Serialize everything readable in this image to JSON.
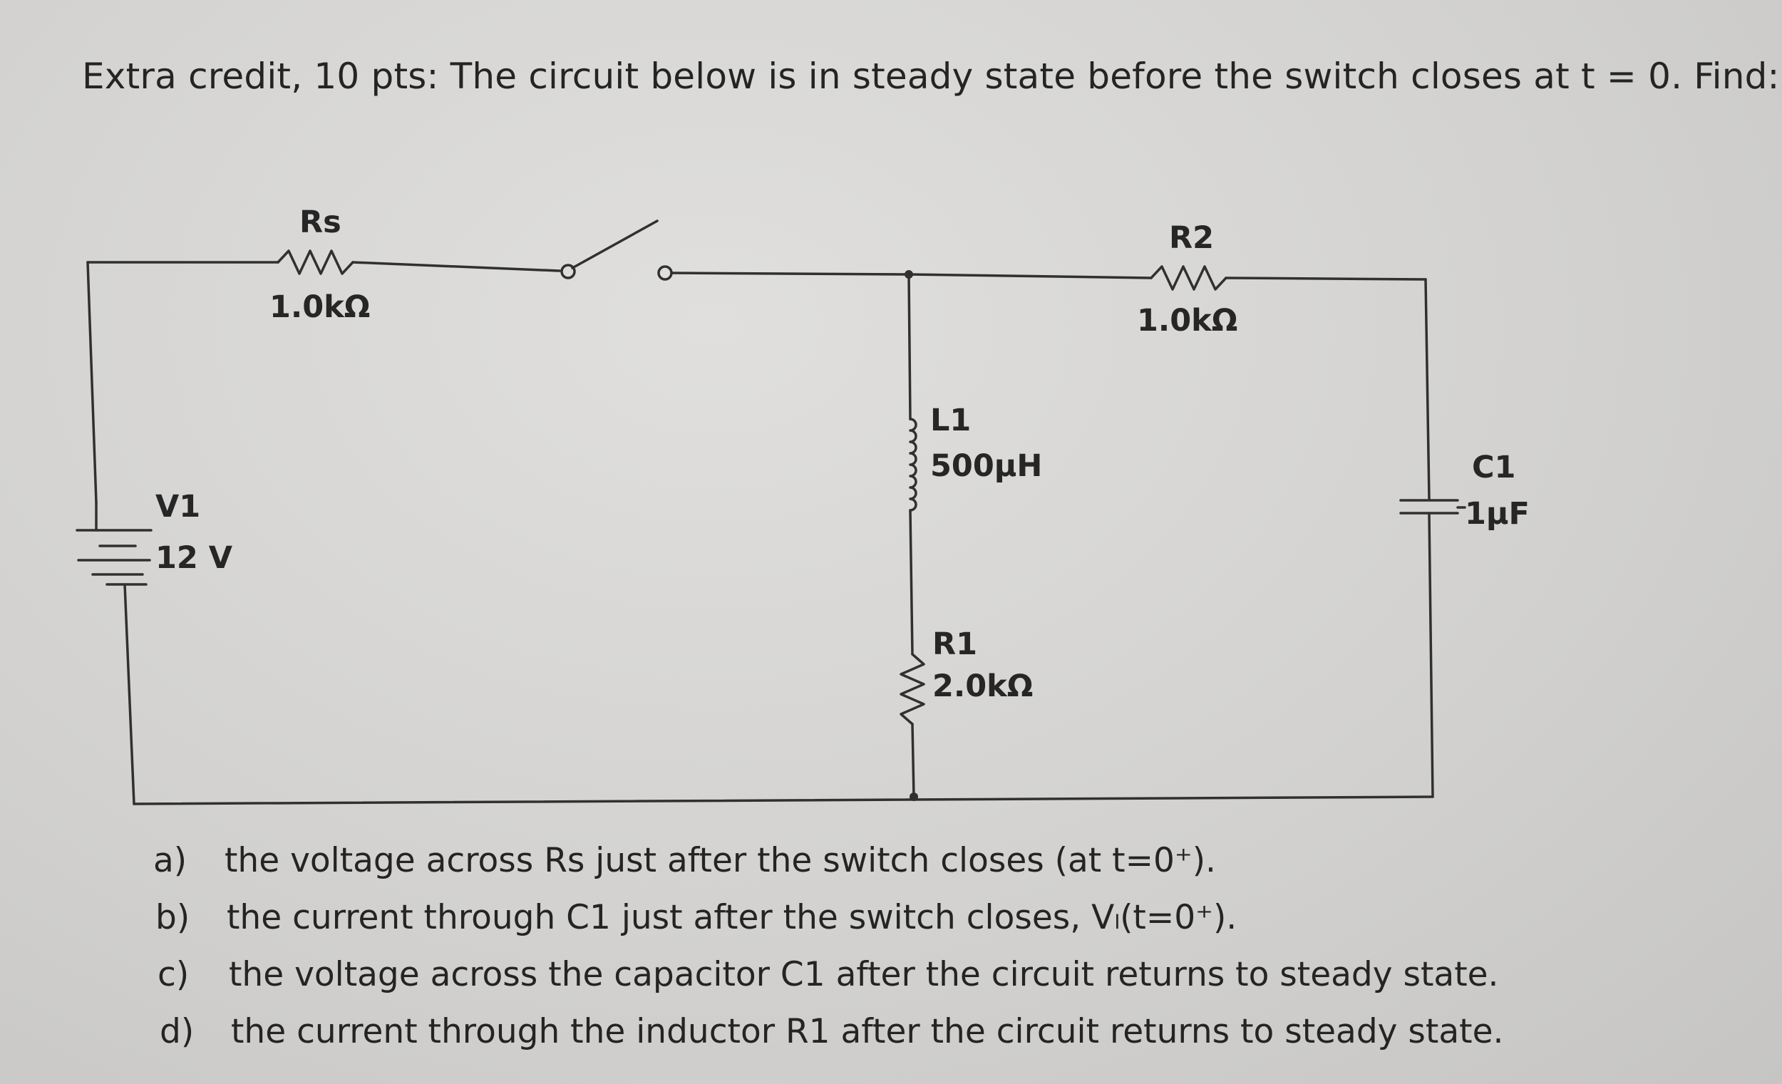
{
  "header": "Extra credit, 10 pts: The circuit below is in steady state before the switch closes at t = 0. Find:",
  "circuit": {
    "rs": {
      "name": "Rs",
      "value": "1.0kΩ"
    },
    "r2": {
      "name": "R2",
      "value": "1.0kΩ"
    },
    "l1": {
      "name": "L1",
      "value": "500µH"
    },
    "r1": {
      "name": "R1",
      "value": "2.0kΩ"
    },
    "c1": {
      "name": "C1",
      "value": "1µF"
    },
    "v1": {
      "name": "V1",
      "value": "12 V"
    }
  },
  "questions": [
    {
      "letter": "a)",
      "text": "the voltage across Rs just after the switch closes (at t=0⁺)."
    },
    {
      "letter": "b)",
      "text": "the current through C1 just after the switch closes, Vₗ(t=0⁺)."
    },
    {
      "letter": "c)",
      "text": "the voltage across the capacitor C1 after the circuit returns to steady state."
    },
    {
      "letter": "d)",
      "text": "the current through the inductor R1 after the circuit returns to steady state."
    }
  ]
}
